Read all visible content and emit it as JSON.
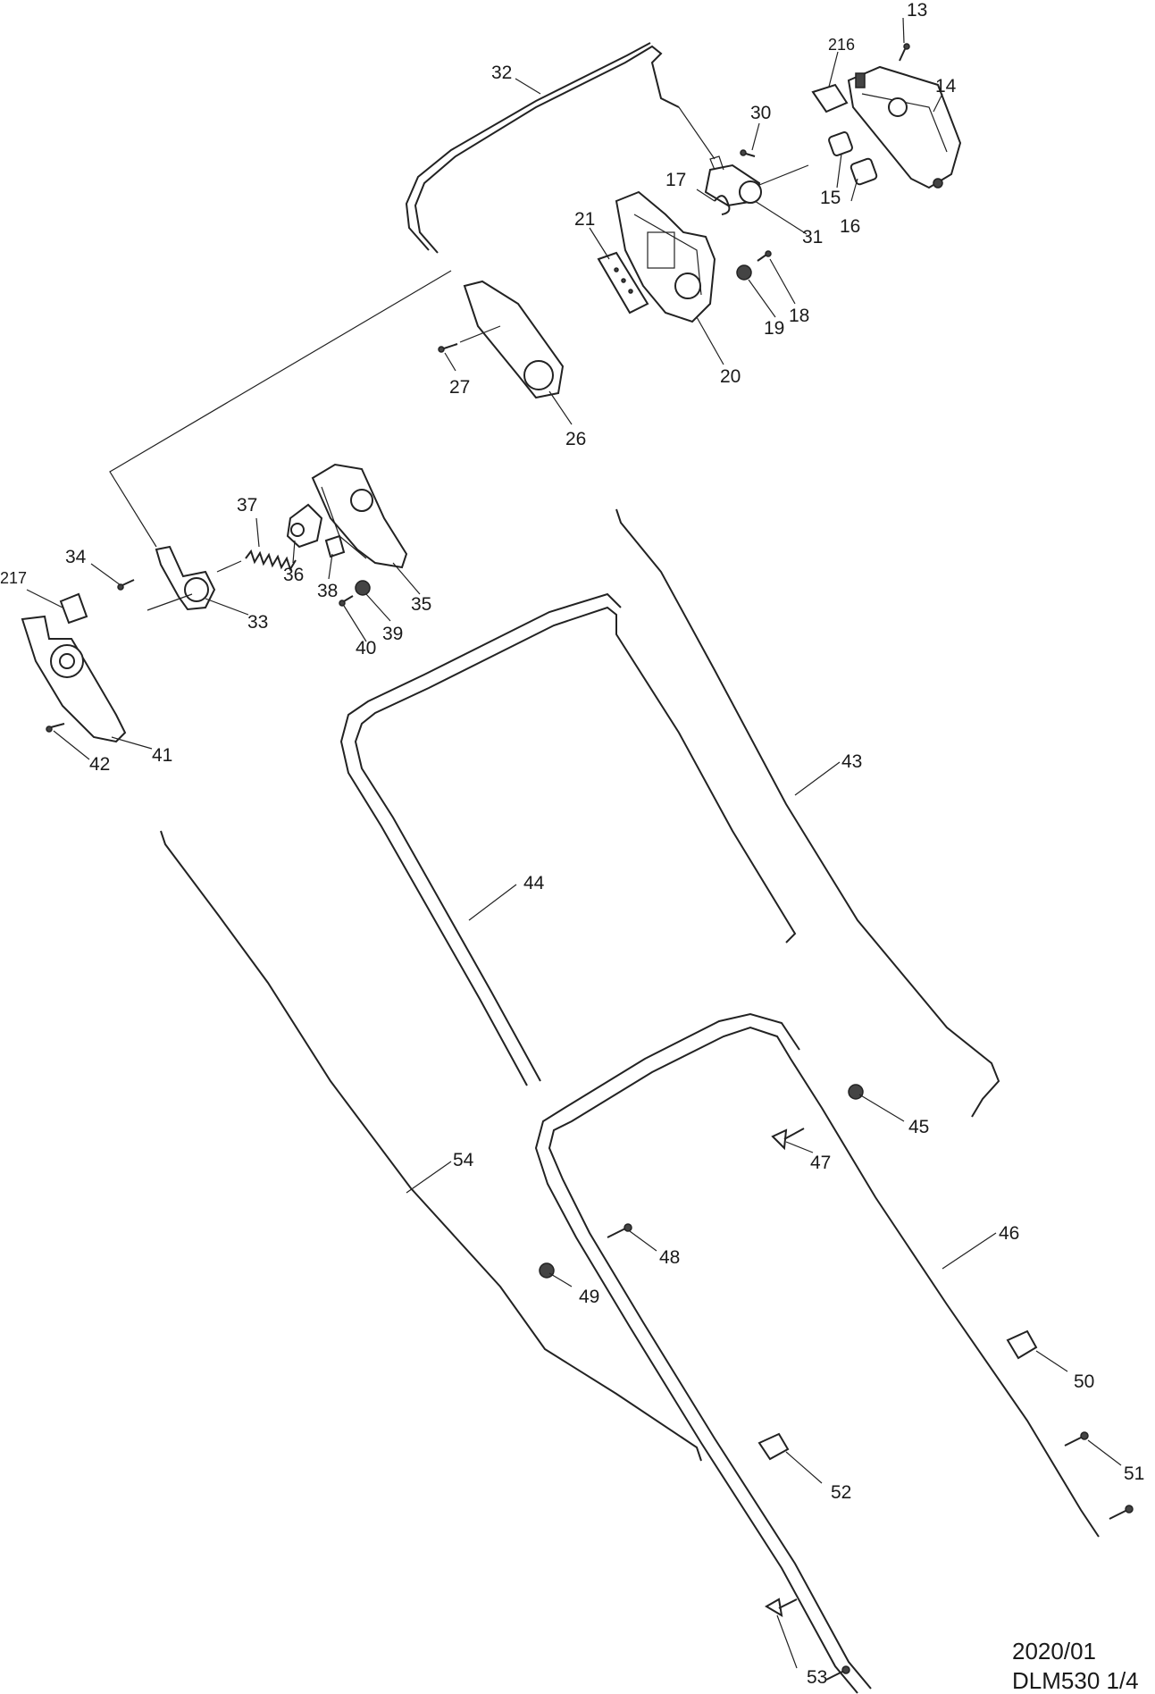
{
  "labels": {
    "p13": "13",
    "p216": "216",
    "p14": "14",
    "p32": "32",
    "p30": "30",
    "p17": "17",
    "p15": "15",
    "p16": "16",
    "p31": "31",
    "p21": "21",
    "p18": "18",
    "p19": "19",
    "p20": "20",
    "p27": "27",
    "p26": "26",
    "p37": "37",
    "p34": "34",
    "p217": "217",
    "p36": "36",
    "p38": "38",
    "p35": "35",
    "p33": "33",
    "p39": "39",
    "p40": "40",
    "p41": "41",
    "p42": "42",
    "p43": "43",
    "p44": "44",
    "p45": "45",
    "p47": "47",
    "p54": "54",
    "p46": "46",
    "p48": "48",
    "p49": "49",
    "p50": "50",
    "p51": "51",
    "p52": "52",
    "p53": "53"
  },
  "footer": {
    "date": "2020/01",
    "model_page": "DLM530 1/4"
  }
}
